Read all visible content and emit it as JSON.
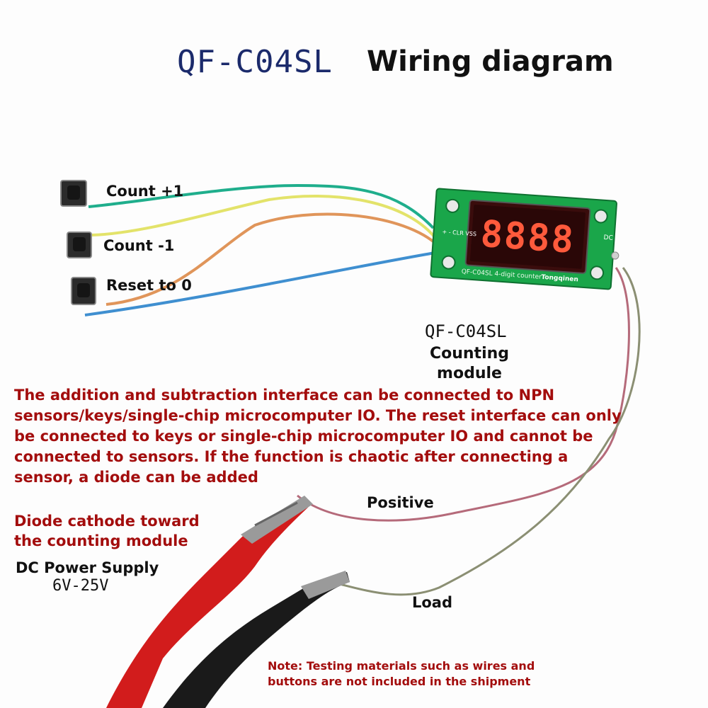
{
  "title": {
    "model": "QF-C04SL",
    "text": "Wiring diagram"
  },
  "buttons": [
    {
      "label": "Count +1"
    },
    {
      "label": "Count -1"
    },
    {
      "label": "Reset to 0"
    }
  ],
  "module": {
    "model": "QF-C04SL",
    "name": "Counting module",
    "display": "8888",
    "pins": [
      "+",
      "-",
      "CLR",
      "VSS"
    ],
    "dc_label": "DC",
    "silk_text": "QF-C04SL 4-digit counter",
    "brand": "Tongqinen"
  },
  "description": "The addition and subtraction interface can be connected to NPN sensors/keys/single-chip microcomputer IO. The reset interface can only be connected to keys or single-chip microcomputer IO and cannot be connected to sensors. If the function is chaotic after connecting a sensor, a diode can be added",
  "diode_note": "Diode cathode toward the counting module",
  "power": {
    "label": "DC Power Supply",
    "voltage": "6V-25V",
    "positive_label": "Positive",
    "load_label": "Load"
  },
  "shipping_note": "Note: Testing materials such as wires and buttons are not included in the shipment",
  "colors": {
    "wire_count_up": "#1fae8c",
    "wire_count_down": "#e3e36a",
    "wire_reset": "#e0955a",
    "wire_vss": "#3f8fd0",
    "wire_positive": "#b56a7a",
    "wire_load": "#8b8f73",
    "pcb": "#1aa64a",
    "clip_red": "#d21c1c",
    "clip_black": "#1a1a1a"
  }
}
